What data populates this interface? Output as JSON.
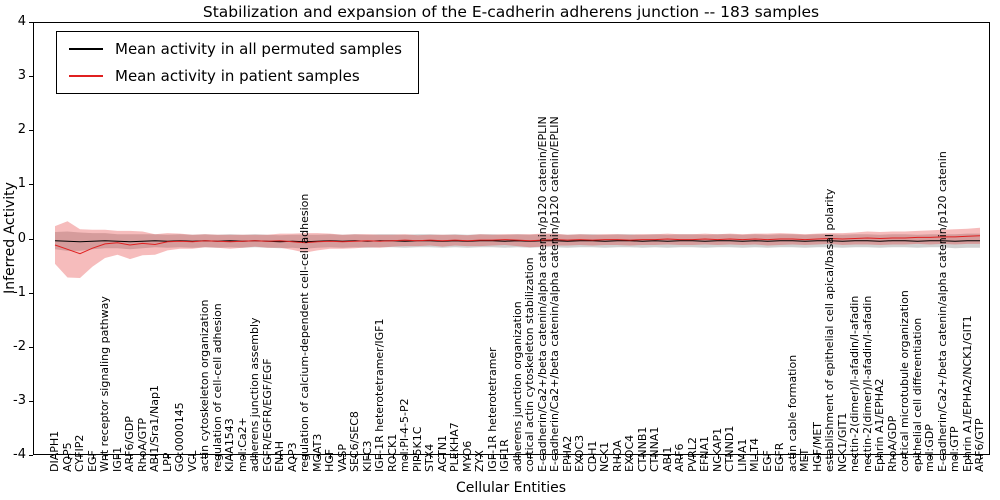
{
  "chart_data": {
    "type": "line",
    "title": "Stabilization and expansion of the E-cadherin adherens junction -- 183 samples",
    "xlabel": "Cellular Entities",
    "ylabel": "Inferred Activity",
    "ylim": [
      -4,
      4
    ],
    "yticks": [
      -4,
      -3,
      -2,
      -1,
      0,
      1,
      2,
      3,
      4
    ],
    "grid": false,
    "legend_position": "upper left",
    "categories": [
      "DIAPH1",
      "AQP5",
      "CYFIP2",
      "EGF",
      "Wnt receptor signaling pathway",
      "IGF1",
      "ARF6/GDP",
      "RhoA/GTP",
      "ABI1/Sra1/Nap1",
      "LPP",
      "GO:0000145",
      "VCL",
      "actin cytoskeleton organization",
      "regulation of cell-cell adhesion",
      "KIAA1543",
      "mol:Ca2+",
      "adherens junction assembly",
      "EGFR/EGFR/EGF/EGF",
      "ENAH",
      "AQP3",
      "regulation of calcium-dependent cell-cell adhesion",
      "MGAT3",
      "HGF",
      "VASP",
      "SEC6/SEC8",
      "KIFC3",
      "IGF-1R heterotetramer/IGF1",
      "ROCK1",
      "mol:PI-4-5-P2",
      "PIP5K1C",
      "STX4",
      "ACTN1",
      "PLEKHA7",
      "MYO6",
      "ZYX",
      "IGF-1R heterotetramer",
      "IGF1R",
      "adherens junction organization",
      "cortical actin cytoskeleton stabilization",
      "E-cadherin/Ca2+/beta catenin/alpha catenin/p120 catenin/EPLIN",
      "E-cadherin/Ca2+/beta catenin/alpha catenin/p120 catenin/EPLIN",
      "EPHA2",
      "EXOC3",
      "CDH1",
      "NCK1",
      "RHOA",
      "EXOC4",
      "CTNNB1",
      "CTNNA1",
      "ABI1",
      "ARF6",
      "PVRL2",
      "EFNA1",
      "NCKAP1",
      "CTNND1",
      "LIMA1",
      "MLLT4",
      "EGF",
      "EGFR",
      "actin cable formation",
      "MET",
      "HGF/MET",
      "establishment of epithelial cell apical/basal polarity",
      "NCK1/GIT1",
      "nectin-2(dimer)/I-afadin/I-afadin",
      "nectin-2(dimer)/I-afadin/I-afadin",
      "Ephrin A1/EPHA2",
      "RhoA/GDP",
      "cortical microtubule organization",
      "epithelial cell differentiation",
      "mol:GDP",
      "E-cadherin/Ca2+/beta catenin/alpha catenin/p120 catenin",
      "mol:GTP",
      "Ephrin A1/EPHA2/NCK1/GIT1",
      "ARF6/GTP"
    ],
    "series": [
      {
        "name": "Mean activity in all permuted samples",
        "color": "#000000",
        "band_color": "rgba(90,90,90,0.28)",
        "values": [
          -0.04,
          -0.05,
          -0.06,
          -0.05,
          -0.04,
          -0.05,
          -0.06,
          -0.05,
          -0.04,
          -0.05,
          -0.04,
          -0.05,
          -0.04,
          -0.05,
          -0.04,
          -0.05,
          -0.04,
          -0.05,
          -0.06,
          -0.05,
          -0.06,
          -0.05,
          -0.04,
          -0.05,
          -0.04,
          -0.05,
          -0.04,
          -0.04,
          -0.05,
          -0.04,
          -0.04,
          -0.05,
          -0.04,
          -0.05,
          -0.04,
          -0.04,
          -0.05,
          -0.04,
          -0.05,
          -0.04,
          -0.04,
          -0.05,
          -0.04,
          -0.04,
          -0.05,
          -0.04,
          -0.04,
          -0.05,
          -0.04,
          -0.05,
          -0.04,
          -0.04,
          -0.05,
          -0.04,
          -0.04,
          -0.05,
          -0.04,
          -0.05,
          -0.04,
          -0.04,
          -0.05,
          -0.04,
          -0.04,
          -0.05,
          -0.04,
          -0.04,
          -0.05,
          -0.04,
          -0.04,
          -0.05,
          -0.04,
          -0.04,
          -0.05,
          -0.04,
          -0.04
        ],
        "std": [
          0.16,
          0.18,
          0.17,
          0.15,
          0.14,
          0.13,
          0.14,
          0.13,
          0.12,
          0.12,
          0.12,
          0.12,
          0.12,
          0.12,
          0.12,
          0.12,
          0.12,
          0.12,
          0.12,
          0.12,
          0.13,
          0.12,
          0.12,
          0.12,
          0.12,
          0.12,
          0.12,
          0.12,
          0.12,
          0.12,
          0.12,
          0.12,
          0.12,
          0.12,
          0.12,
          0.12,
          0.12,
          0.12,
          0.12,
          0.12,
          0.12,
          0.12,
          0.12,
          0.12,
          0.12,
          0.12,
          0.12,
          0.12,
          0.12,
          0.12,
          0.12,
          0.12,
          0.12,
          0.12,
          0.12,
          0.12,
          0.12,
          0.12,
          0.12,
          0.12,
          0.12,
          0.12,
          0.12,
          0.12,
          0.12,
          0.12,
          0.12,
          0.12,
          0.12,
          0.12,
          0.12,
          0.12,
          0.13,
          0.13,
          0.13
        ]
      },
      {
        "name": "Mean activity in patient samples",
        "color": "#e02020",
        "band_color": "rgba(224,32,32,0.30)",
        "values": [
          -0.12,
          -0.2,
          -0.28,
          -0.18,
          -0.1,
          -0.08,
          -0.12,
          -0.09,
          -0.11,
          -0.06,
          -0.05,
          -0.06,
          -0.04,
          -0.05,
          -0.06,
          -0.05,
          -0.04,
          -0.05,
          -0.04,
          -0.06,
          -0.08,
          -0.06,
          -0.05,
          -0.06,
          -0.05,
          -0.04,
          -0.05,
          -0.04,
          -0.03,
          -0.04,
          -0.03,
          -0.04,
          -0.03,
          -0.04,
          -0.03,
          -0.03,
          -0.02,
          -0.03,
          -0.04,
          -0.03,
          -0.02,
          -0.03,
          -0.02,
          -0.03,
          -0.02,
          -0.02,
          -0.03,
          -0.02,
          -0.02,
          -0.01,
          -0.02,
          -0.02,
          -0.01,
          -0.02,
          -0.01,
          -0.02,
          -0.01,
          -0.02,
          -0.01,
          -0.01,
          -0.02,
          -0.01,
          0.0,
          -0.01,
          0.0,
          0.01,
          0.0,
          0.01,
          0.01,
          0.02,
          0.02,
          0.03,
          0.03,
          0.04,
          0.05
        ],
        "std": [
          0.35,
          0.52,
          0.45,
          0.34,
          0.26,
          0.22,
          0.26,
          0.22,
          0.19,
          0.16,
          0.14,
          0.13,
          0.12,
          0.12,
          0.13,
          0.12,
          0.11,
          0.12,
          0.13,
          0.15,
          0.18,
          0.16,
          0.14,
          0.13,
          0.13,
          0.12,
          0.12,
          0.11,
          0.11,
          0.1,
          0.1,
          0.11,
          0.1,
          0.1,
          0.11,
          0.1,
          0.1,
          0.11,
          0.12,
          0.12,
          0.11,
          0.1,
          0.1,
          0.1,
          0.1,
          0.1,
          0.1,
          0.1,
          0.1,
          0.1,
          0.1,
          0.1,
          0.1,
          0.1,
          0.1,
          0.1,
          0.1,
          0.11,
          0.11,
          0.1,
          0.1,
          0.1,
          0.1,
          0.11,
          0.11,
          0.12,
          0.12,
          0.12,
          0.12,
          0.12,
          0.13,
          0.13,
          0.14,
          0.14,
          0.15
        ]
      }
    ]
  }
}
